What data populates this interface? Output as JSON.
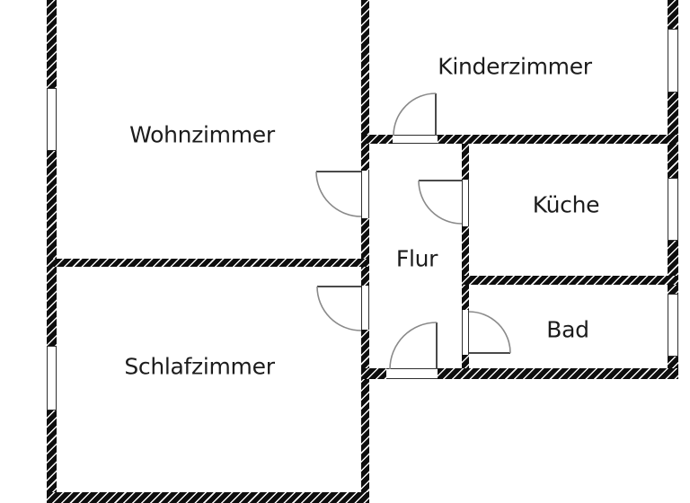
{
  "plan": {
    "type": "apartment-floor-plan",
    "language": "de"
  },
  "rooms": [
    {
      "id": "wohnzimmer",
      "label": "Wohnzimmer"
    },
    {
      "id": "kinderzimmer",
      "label": "Kinderzimmer"
    },
    {
      "id": "kueche",
      "label": "Küche"
    },
    {
      "id": "flur",
      "label": "Flur"
    },
    {
      "id": "bad",
      "label": "Bad"
    },
    {
      "id": "schlafzimmer",
      "label": "Schlafzimmer"
    }
  ],
  "features": {
    "windows": [
      "wohnzimmer-window-left",
      "schlafzimmer-window-left",
      "kinderzimmer-window-right",
      "kueche-window-right",
      "bad-window-right"
    ],
    "doors": [
      "wohnzimmer-door",
      "schlafzimmer-door",
      "kueche-door",
      "bad-door",
      "kinderzimmer-door",
      "entrance-door"
    ]
  },
  "colors": {
    "background": "#ffffff",
    "wall": "#0e0e0e",
    "hatch_line": "#f7f7f7",
    "outline": "#2e2e2e",
    "door_arc": "#8a8a8a",
    "text": "#1c1c1c"
  }
}
